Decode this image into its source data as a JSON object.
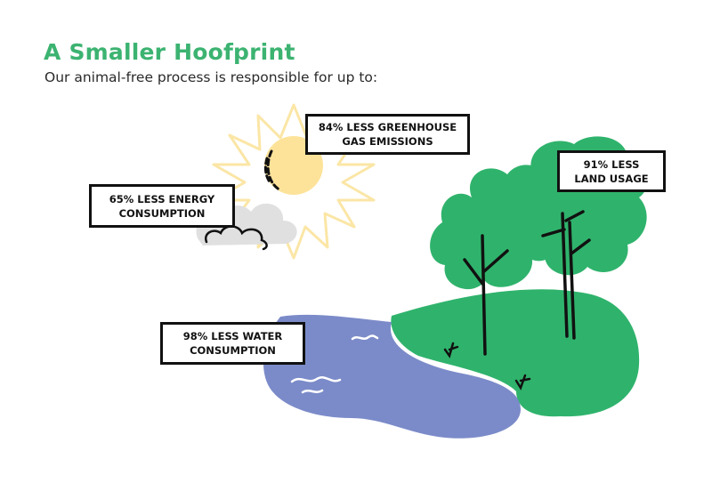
{
  "title": "A Smaller Hoofprint",
  "subtitle": "Our animal-free process is responsible for up to:",
  "colors": {
    "accent": "#3cb371",
    "green": "#2fb36c",
    "water": "#7b8bc9",
    "sun": "#fde39a",
    "sun_rays": "#fbe6a6",
    "cloud": "#e0e0e0"
  },
  "callouts": {
    "greenhouse": {
      "line1": "84% LESS GREENHOUSE",
      "line2": "GAS EMISSIONS"
    },
    "energy": {
      "line1": "65% LESS ENERGY",
      "line2": "CONSUMPTION"
    },
    "land": {
      "line1": "91% LESS",
      "line2": "LAND USAGE"
    },
    "water": {
      "line1": "98% LESS WATER",
      "line2": "CONSUMPTION"
    }
  }
}
